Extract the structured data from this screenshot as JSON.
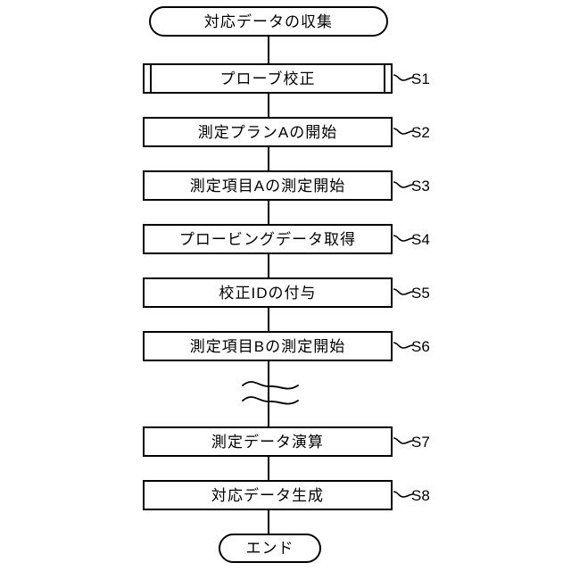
{
  "figure": {
    "type": "flowchart",
    "orientation": "vertical",
    "background_color": "#ffffff",
    "stroke_color": "#000000",
    "nodes": [
      {
        "id": "start",
        "shape": "terminator",
        "label": "対応データの収集",
        "step_ref": ""
      },
      {
        "id": "s1",
        "shape": "predefined-process",
        "label": "プローブ校正",
        "step_ref": "S1"
      },
      {
        "id": "s2",
        "shape": "process",
        "label": "測定プランAの開始",
        "step_ref": "S2"
      },
      {
        "id": "s3",
        "shape": "process",
        "label": "測定項目Aの測定開始",
        "step_ref": "S3"
      },
      {
        "id": "s4",
        "shape": "process",
        "label": "プロービングデータ取得",
        "step_ref": "S4"
      },
      {
        "id": "s5",
        "shape": "process",
        "label": "校正IDの付与",
        "step_ref": "S5"
      },
      {
        "id": "s6",
        "shape": "process",
        "label": "測定項目Bの測定開始",
        "step_ref": "S6"
      },
      {
        "id": "break",
        "shape": "break",
        "label": "",
        "step_ref": ""
      },
      {
        "id": "s7",
        "shape": "process",
        "label": "測定データ演算",
        "step_ref": "S7"
      },
      {
        "id": "s8",
        "shape": "process",
        "label": "対応データ生成",
        "step_ref": "S8"
      },
      {
        "id": "end",
        "shape": "terminator",
        "label": "エンド",
        "step_ref": ""
      }
    ]
  }
}
